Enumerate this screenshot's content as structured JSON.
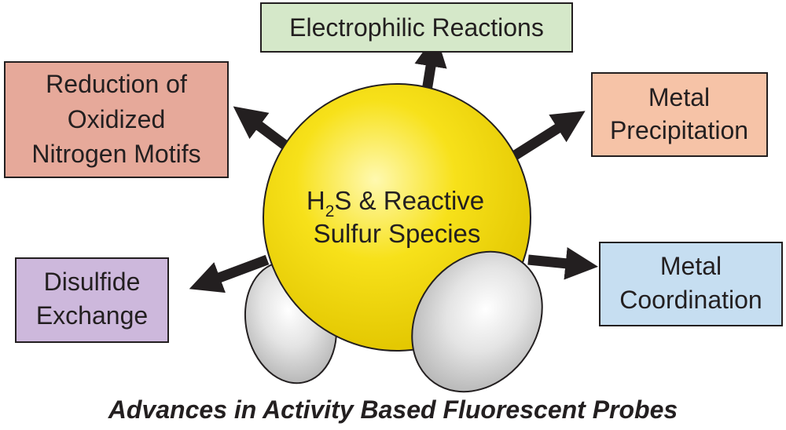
{
  "center": {
    "line1_prefix": "H",
    "line1_subscript": "2",
    "line1_suffix": "S & Reactive",
    "line2": "Sulfur Species"
  },
  "boxes": {
    "electrophilic": {
      "line1": "Electrophilic Reactions",
      "fill": "#d5e8c9"
    },
    "reduction": {
      "line1": "Reduction of",
      "line2": "Oxidized",
      "line3": "Nitrogen Motifs",
      "fill": "#e6a99a"
    },
    "precipitation": {
      "line1": "Metal",
      "line2": "Precipitation",
      "fill": "#f6c3a7"
    },
    "disulfide": {
      "line1": "Disulfide",
      "line2": "Exchange",
      "fill": "#cdb8dc"
    },
    "coordination": {
      "line1": "Metal",
      "line2": "Coordination",
      "fill": "#c6def1"
    }
  },
  "caption": "Advances in Activity Based Fluorescent Probes",
  "colors": {
    "sulfur": "#f7e11a",
    "hydrogen": "#d9d9d9",
    "arrow": "#231f20",
    "outline": "#231f20"
  }
}
